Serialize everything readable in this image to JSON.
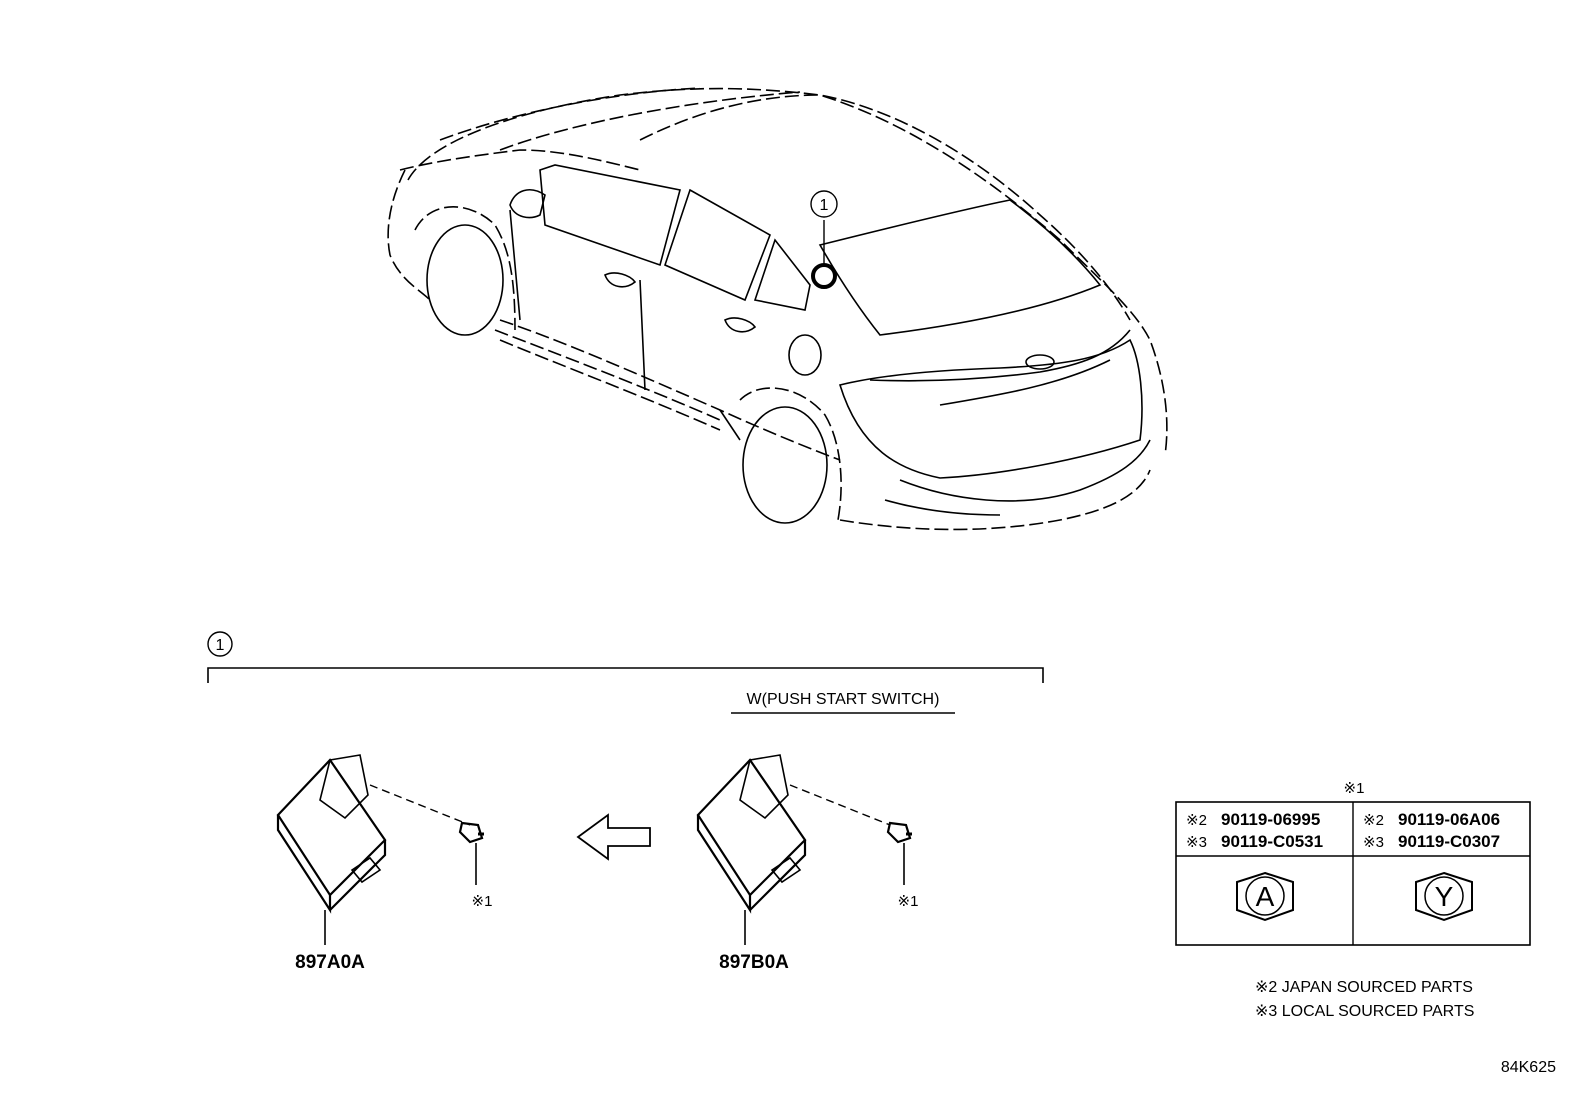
{
  "callout": {
    "number": "1"
  },
  "bracket": {
    "number": "1",
    "variant_label": "W(PUSH START SWITCH)"
  },
  "parts": {
    "left_part": "897A0A",
    "right_part": "897B0A",
    "left_bolt_note": "※1",
    "right_bolt_note": "※1"
  },
  "table": {
    "header": "※1",
    "col1": {
      "line1_mark": "※2",
      "line1_pn": "90119-06995",
      "line2_mark": "※3",
      "line2_pn": "90119-C0531",
      "symbol": "A"
    },
    "col2": {
      "line1_mark": "※2",
      "line1_pn": "90119-06A06",
      "line2_mark": "※3",
      "line2_pn": "90119-C0307",
      "symbol": "Y"
    }
  },
  "notes": [
    "※2 JAPAN SOURCED PARTS",
    "※3 LOCAL SOURCED PARTS"
  ],
  "diagram_code": "84K625"
}
